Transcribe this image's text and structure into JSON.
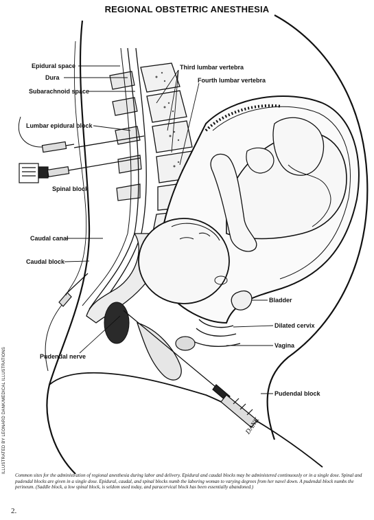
{
  "title": "REGIONAL OBSTETRIC ANESTHESIA",
  "labels": {
    "epidural_space": "Epidural space",
    "dura": "Dura",
    "subarachnoid_space": "Subarachnoid space",
    "lumbar_epidural_block": "Lumbar epidural block",
    "spinal_block": "Spinal block",
    "caudal_canal": "Caudal canal",
    "caudal_block": "Caudal block",
    "pudendal_nerve": "Pudendal nerve",
    "third_lumbar_vertebra": "Third lumbar vertebra",
    "fourth_lumbar_vertebra": "Fourth lumbar vertebra",
    "bladder": "Bladder",
    "dilated_cervix": "Dilated cervix",
    "vagina": "Vagina",
    "pudendal_block": "Pudendal block"
  },
  "credit": "ILLUSTRATED BY LEONARD DANK/MEDICAL ILLUSTRATIONS",
  "signature": "DANK",
  "caption": "Common sites for the administration of regional anesthesia during labor and delivery. Epidural and caudal blocks may be administered continuously or in a single dose. Spinal and pudendal blocks are given in a single dose. Epidural, caudal, and spinal blocks numb the laboring woman to varying degrees from her navel down. A pudendal block numbs the perineum. (Saddle block, a low spinal block, is seldom used today, and paracervical block has been essentially abandoned.)",
  "page_number": "2."
}
